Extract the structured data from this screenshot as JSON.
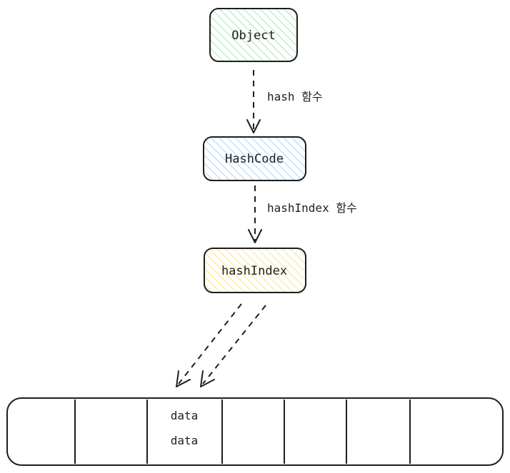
{
  "nodes": {
    "object": {
      "label": "Object",
      "fill": "#b2f2bb",
      "hatch": "#40c057"
    },
    "hashcode": {
      "label": "HashCode",
      "fill": "#a5d8ff",
      "hatch": "#4dabf7"
    },
    "hashindex": {
      "label": "hashIndex",
      "fill": "#ffec99",
      "hatch": "#fab005"
    }
  },
  "edges": {
    "hash_function": {
      "label": "hash 함수"
    },
    "hashindex_function": {
      "label": "hashIndex 함수"
    }
  },
  "array": {
    "cell_values": [
      "data",
      "data"
    ]
  },
  "colors": {
    "stroke": "#1e1e1e",
    "background": "#ffffff"
  }
}
